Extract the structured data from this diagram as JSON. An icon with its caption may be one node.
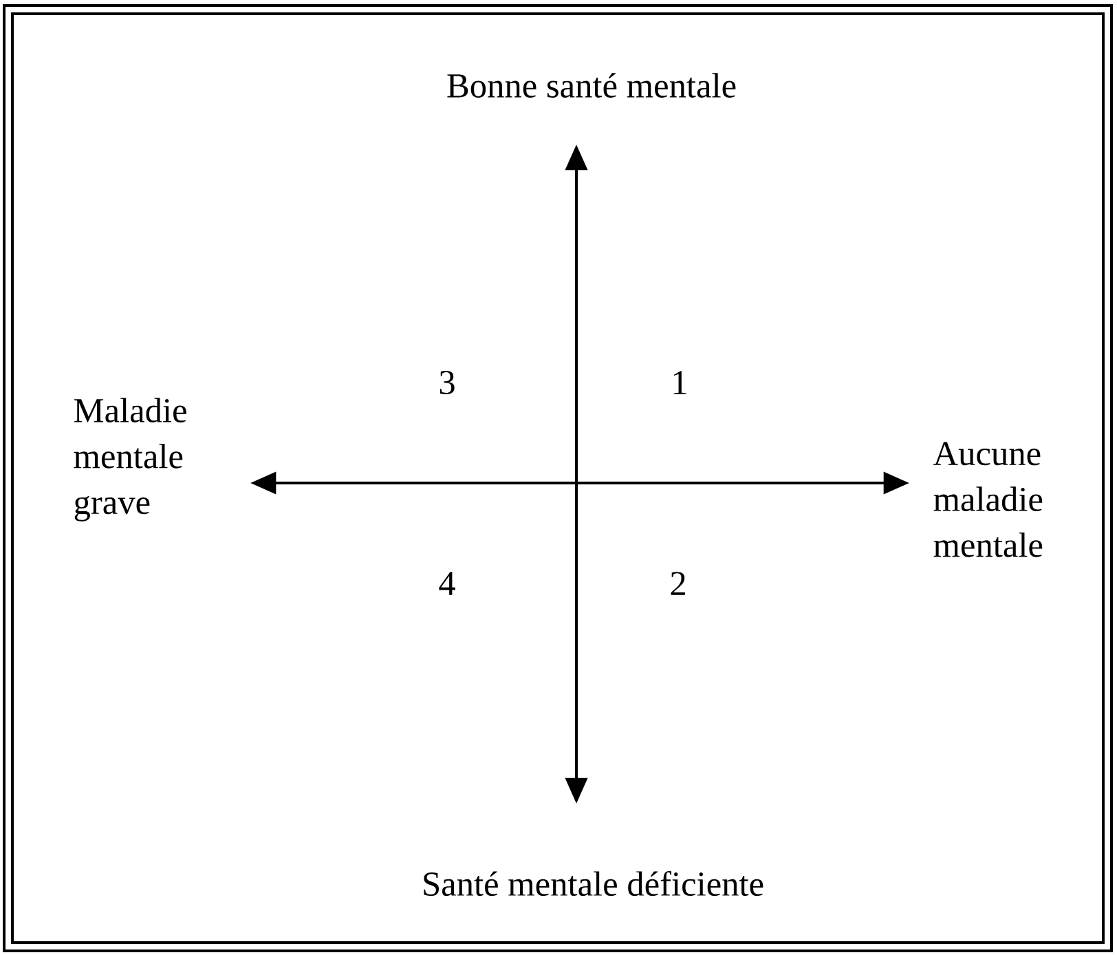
{
  "diagram": {
    "labels": [
      "Bonne santé mentale",
      "3",
      "1",
      "Maladie mentale grave",
      "Aucune maladie mentale",
      "4",
      "2",
      "Santé mentale déficiente"
    ]
  }
}
